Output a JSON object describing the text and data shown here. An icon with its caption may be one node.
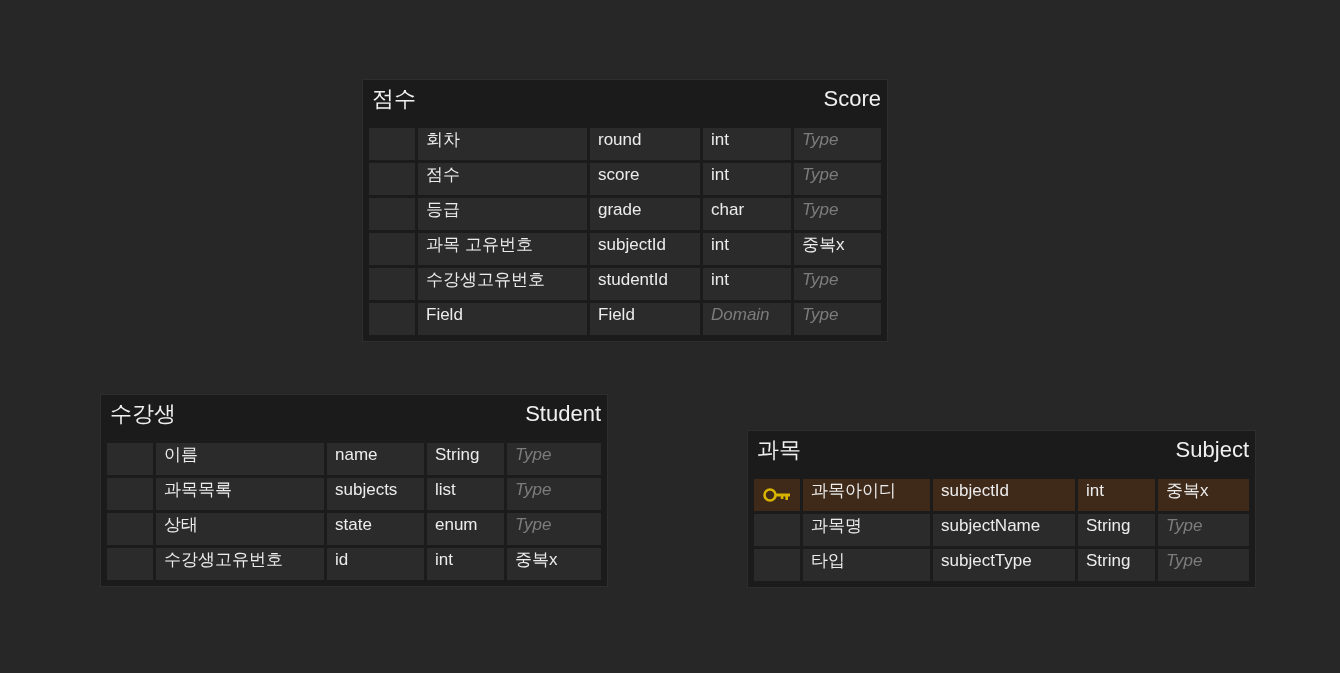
{
  "diagram": {
    "nodes": [
      {
        "text": [
          "점수",
          "Score"
        ]
      },
      {
        "text": [],
        "shape": "box",
        "in": 0
      },
      {
        "text": [
          "회차"
        ],
        "in": 0
      },
      {
        "text": [
          "round"
        ],
        "in": 0
      },
      {
        "text": [
          "int"
        ],
        "in": 0
      },
      {
        "text": [
          "Type"
        ],
        "in": 0
      },
      {
        "text": [],
        "shape": "box",
        "in": 0
      },
      {
        "text": [
          "점수"
        ],
        "in": 0
      },
      {
        "text": [
          "score"
        ],
        "in": 0
      },
      {
        "text": [
          "int"
        ],
        "in": 0
      },
      {
        "text": [
          "Type"
        ],
        "in": 0
      },
      {
        "text": [],
        "shape": "box",
        "in": 0
      },
      {
        "text": [
          "등급"
        ],
        "in": 0
      },
      {
        "text": [
          "grade"
        ],
        "in": 0
      },
      {
        "text": [
          "char"
        ],
        "in": 0
      },
      {
        "text": [
          "Type"
        ],
        "in": 0
      },
      {
        "text": [],
        "shape": "box",
        "in": 0
      },
      {
        "text": [
          "과목 고유번호"
        ],
        "in": 0
      },
      {
        "text": [
          "subjectId"
        ],
        "in": 0
      },
      {
        "text": [
          "int"
        ],
        "in": 0
      },
      {
        "text": [
          "중복x"
        ],
        "in": 0
      },
      {
        "text": [],
        "shape": "box",
        "in": 0
      },
      {
        "text": [
          "수강생고유번호"
        ],
        "in": 0
      },
      {
        "text": [
          "studentId"
        ],
        "in": 0
      },
      {
        "text": [
          "int"
        ],
        "in": 0
      },
      {
        "text": [
          "Type"
        ],
        "in": 0
      },
      {
        "text": [],
        "shape": "box",
        "in": 0
      },
      {
        "text": [
          "Field"
        ],
        "in": 0
      },
      {
        "text": [
          "Field"
        ],
        "in": 0
      },
      {
        "text": [
          "Domain"
        ],
        "in": 0
      },
      {
        "text": [
          "Type"
        ],
        "in": 0
      },
      {
        "text": [
          "수강생",
          "Student"
        ]
      },
      {
        "text": [],
        "shape": "box",
        "in": 31
      },
      {
        "text": [
          "이름"
        ],
        "in": 31
      },
      {
        "text": [
          "name"
        ],
        "in": 31
      },
      {
        "text": [
          "String"
        ],
        "in": 31
      },
      {
        "text": [
          "Type"
        ],
        "in": 31
      },
      {
        "text": [],
        "shape": "box",
        "in": 31
      },
      {
        "text": [
          "과목목록"
        ],
        "in": 31
      },
      {
        "text": [
          "subjects"
        ],
        "in": 31
      },
      {
        "text": [
          "list"
        ],
        "in": 31
      },
      {
        "text": [
          "Type"
        ],
        "in": 31
      },
      {
        "text": [],
        "shape": "box",
        "in": 31
      },
      {
        "text": [
          "상태"
        ],
        "in": 31
      },
      {
        "text": [
          "state"
        ],
        "in": 31
      },
      {
        "text": [
          "enum"
        ],
        "in": 31
      },
      {
        "text": [
          "Type"
        ],
        "in": 31
      },
      {
        "text": [],
        "shape": "box",
        "in": 31
      },
      {
        "text": [
          "수강생고유번호"
        ],
        "in": 31
      },
      {
        "text": [
          "id"
        ],
        "in": 31
      },
      {
        "text": [
          "int"
        ],
        "in": 31
      },
      {
        "text": [
          "중복x"
        ],
        "in": 31
      },
      {
        "text": [
          "과목",
          "Subject"
        ]
      },
      {
        "text": [],
        "shape": "box",
        "in": 52
      },
      {
        "text": [
          "과목아이디"
        ],
        "in": 52
      },
      {
        "text": [
          "subjectId"
        ],
        "in": 52
      },
      {
        "text": [
          "int"
        ],
        "in": 52
      },
      {
        "text": [
          "중복x"
        ],
        "in": 52
      },
      {
        "text": [],
        "shape": "box",
        "in": 52
      },
      {
        "text": [
          "과목명"
        ],
        "in": 52
      },
      {
        "text": [
          "subjectName"
        ],
        "in": 52
      },
      {
        "text": [
          "String"
        ],
        "in": 52
      },
      {
        "text": [
          "Type"
        ],
        "in": 52
      },
      {
        "text": [],
        "shape": "box",
        "in": 52
      },
      {
        "text": [
          "타입"
        ],
        "in": 52
      },
      {
        "text": [
          "subjectType"
        ],
        "in": 52
      },
      {
        "text": [
          "String"
        ],
        "in": 52
      },
      {
        "text": [
          "Type"
        ],
        "in": 52
      }
    ]
  }
}
